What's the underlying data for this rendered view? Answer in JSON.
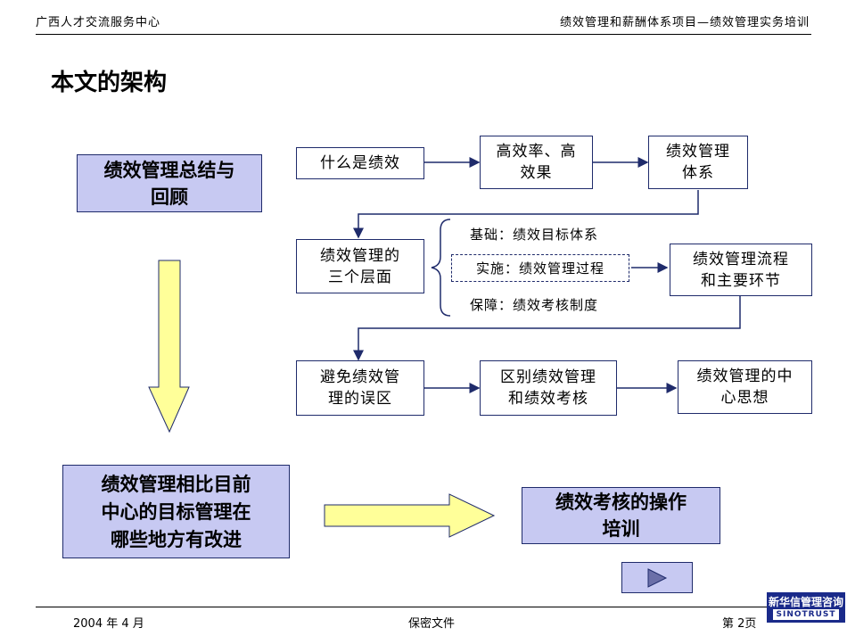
{
  "header": {
    "left": "广西人才交流服务中心",
    "right": "绩效管理和薪酬体系项目—绩效管理实务培训"
  },
  "title": "本文的架构",
  "left_boxes": {
    "review": "绩效管理总结与\n回顾",
    "improve": "绩效管理相比目前\n中心的目标管理在\n哪些地方有改进",
    "training": "绩效考核的操作\n培训"
  },
  "flow": {
    "what_is": "什么是绩效",
    "high_eff": "高效率、高\n效果",
    "system": "绩效管理\n体系",
    "three_levels": "绩效管理的\n三个层面",
    "foundation": "基础：绩效目标体系",
    "implement": "实施：绩效管理过程",
    "guarantee": "保障：绩效考核制度",
    "process": "绩效管理流程\n和主要环节",
    "avoid": "避免绩效管\n理的误区",
    "distinguish": "区别绩效管理\n和绩效考核",
    "core": "绩效管理的中\n心思想"
  },
  "footer": {
    "date": "2004 年 4 月",
    "confidential": "保密文件",
    "page": "第 2页"
  },
  "logo": {
    "cn": "新华信管理咨询",
    "en": "SINOTRUST"
  },
  "colors": {
    "lavender": "#c7c9f2",
    "navy": "#1f2b6b",
    "arrow_yellow": "#ffff99",
    "logo_blue": "#1a2a8a"
  }
}
